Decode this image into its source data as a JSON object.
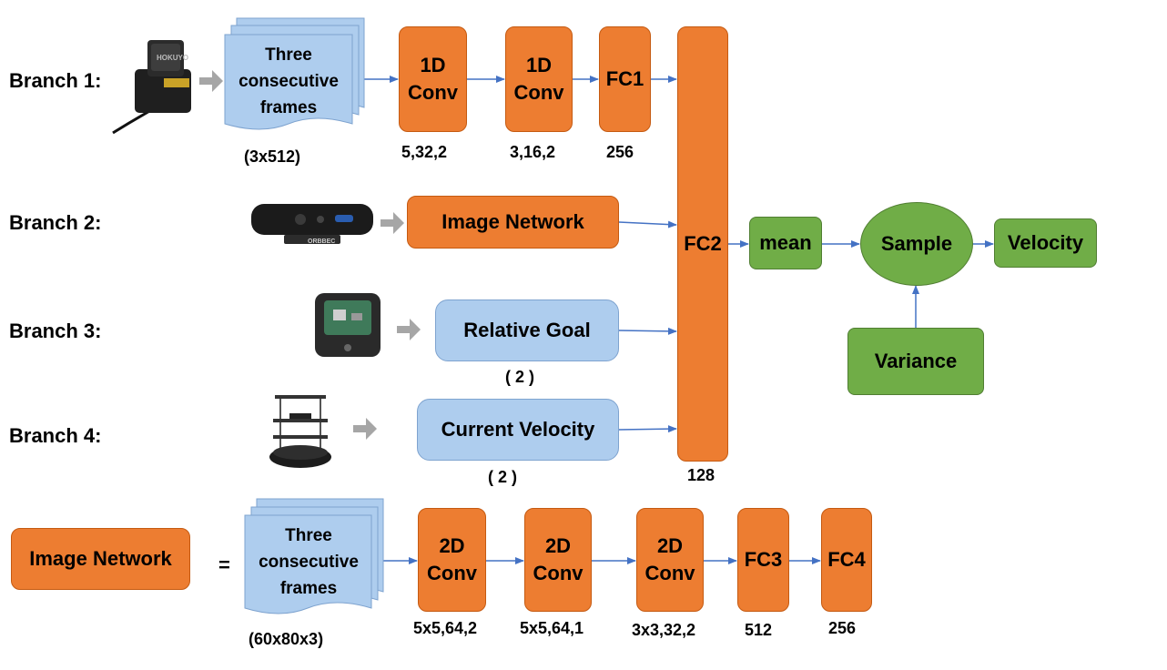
{
  "branches": {
    "b1": "Branch 1:",
    "b2": "Branch 2:",
    "b3": "Branch 3:",
    "b4": "Branch 4:"
  },
  "branch1": {
    "frames_text": "Three consecutive frames",
    "frames_dim": "(3x512)",
    "conv1_label": "1D Conv",
    "conv1_params": "5,32,2",
    "conv2_label": "1D Conv",
    "conv2_params": "3,16,2",
    "fc1_label": "FC1",
    "fc1_params": "256"
  },
  "branch2": {
    "image_network_label": "Image Network"
  },
  "branch3": {
    "goal_label": "Relative Goal",
    "goal_dim": "( 2 )"
  },
  "branch4": {
    "velocity_label": "Current Velocity",
    "velocity_dim": "( 2 )"
  },
  "fusion": {
    "fc2_label": "FC2",
    "fc2_params": "128",
    "mean_label": "mean",
    "sample_label": "Sample",
    "velocity_out_label": "Velocity",
    "variance_label": "Variance"
  },
  "image_network_def": {
    "name_label": "Image Network",
    "equals": "=",
    "frames_text": "Three consecutive frames",
    "frames_dim": "(60x80x3)",
    "conv1_label": "2D Conv",
    "conv1_params": "5x5,64,2",
    "conv2_label": "2D Conv",
    "conv2_params": "5x5,64,1",
    "conv3_label": "2D Conv",
    "conv3_params": "3x3,32,2",
    "fc3_label": "FC3",
    "fc3_params": "512",
    "fc4_label": "FC4",
    "fc4_params": "256"
  },
  "colors": {
    "layer": "#ED7D31",
    "output": "#70AD47",
    "input": "#AECDEE",
    "arrow": "#4472C4",
    "gray_arrow": "#A6A6A6"
  },
  "icons": {
    "lidar": "lidar-sensor-icon",
    "camera": "depth-camera-icon",
    "board": "controller-board-icon",
    "robot": "turtlebot-robot-icon"
  }
}
